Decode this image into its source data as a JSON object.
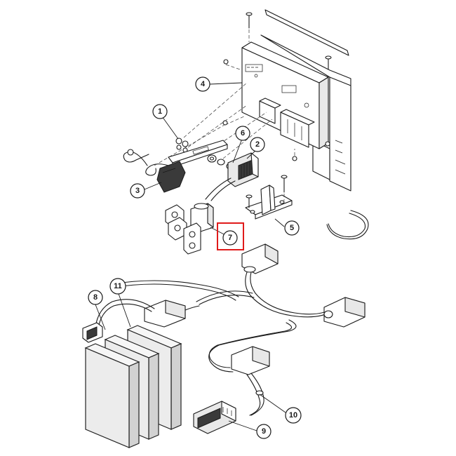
{
  "diagram": {
    "callouts": [
      {
        "id": "1",
        "label": "1"
      },
      {
        "id": "2",
        "label": "2"
      },
      {
        "id": "3",
        "label": "3"
      },
      {
        "id": "4",
        "label": "4"
      },
      {
        "id": "5",
        "label": "5"
      },
      {
        "id": "6",
        "label": "6"
      },
      {
        "id": "7",
        "label": "7"
      },
      {
        "id": "8",
        "label": "8"
      },
      {
        "id": "9",
        "label": "9"
      },
      {
        "id": "10",
        "label": "10"
      },
      {
        "id": "11",
        "label": "11"
      }
    ],
    "highlight": {
      "callout": "7",
      "color": "#e01b1b"
    },
    "colors": {
      "line": "#1a1a1a",
      "background": "#ffffff",
      "highlight": "#e01b1b"
    }
  }
}
